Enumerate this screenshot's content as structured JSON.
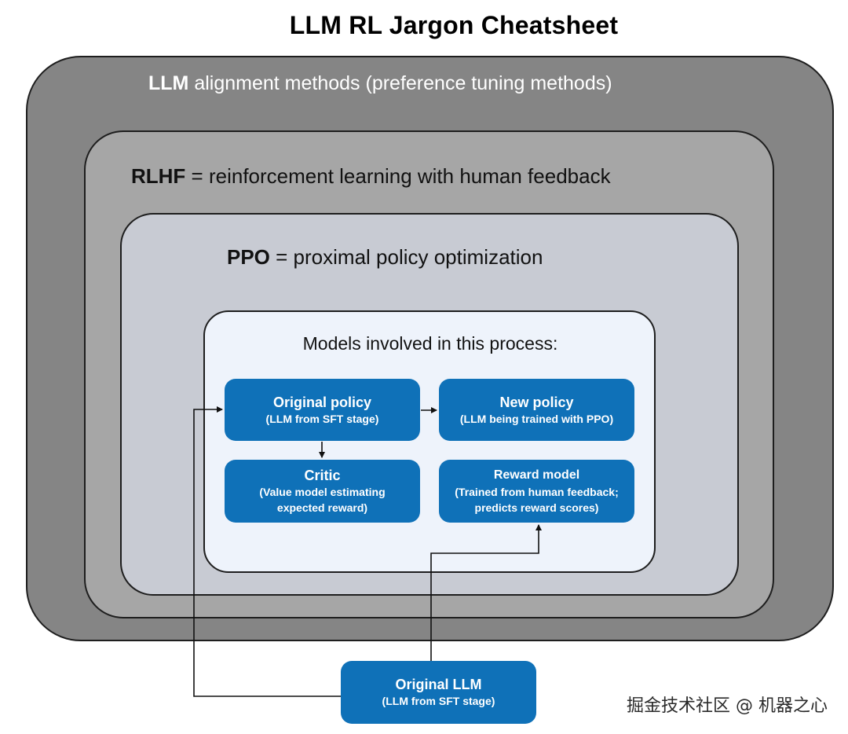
{
  "title": "LLM RL Jargon Cheatsheet",
  "layers": [
    {
      "bold": "LLM",
      "rest": " alignment methods (preference tuning methods)"
    },
    {
      "bold": "RLHF",
      "rest": " = reinforcement learning with human feedback"
    },
    {
      "bold": "PPO",
      "rest": " = proximal policy optimization"
    }
  ],
  "models_heading": "Models involved in this process:",
  "nodes": {
    "original_policy": {
      "title": "Original policy",
      "subtitle": "(LLM from SFT stage)"
    },
    "new_policy": {
      "title": "New policy",
      "subtitle": "(LLM being trained with PPO)"
    },
    "critic": {
      "title": "Critic",
      "subtitle_1": "(Value model estimating",
      "subtitle_2": "expected reward)"
    },
    "reward_model": {
      "title": "Reward model",
      "subtitle_1": "(Trained from human feedback;",
      "subtitle_2": "predicts reward scores)"
    },
    "original_llm": {
      "title": "Original LLM",
      "subtitle": "(LLM from SFT stage)"
    }
  },
  "colors": {
    "node_fill": "#0f71b8",
    "layer_outer": "#858585",
    "layer_rlhf": "#a6a6a6",
    "layer_ppo": "#c8cbd3",
    "layer_models": "#eef3fb"
  },
  "watermark": "掘金技术社区 @ 机器之心"
}
